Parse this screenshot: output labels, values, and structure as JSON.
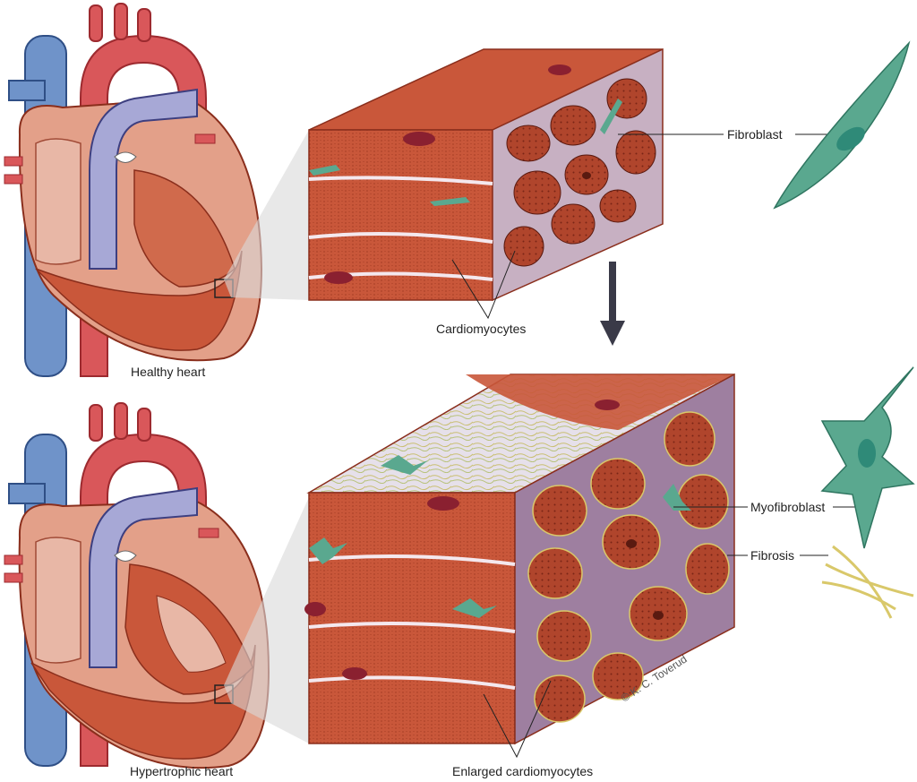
{
  "labels": {
    "healthy_heart": "Healthy heart",
    "hypertrophic_heart": "Hypertrophic heart",
    "cardiomyocytes": "Cardiomyocytes",
    "enlarged_cardiomyocytes": "Enlarged cardiomyocytes",
    "fibroblast": "Fibroblast",
    "myofibroblast": "Myofibroblast",
    "fibrosis": "Fibrosis",
    "credit": "© K. C. Toverud"
  },
  "colors": {
    "muscle": "#c9573a",
    "muscle_dark": "#8a2e1c",
    "muscle_side": "#b0452c",
    "vessel_blue": "#6f93c9",
    "vessel_red": "#d9575a",
    "heart_fill": "#e08a6e",
    "fibroblast": "#5aa88f",
    "fibrosis": "#d9c86a",
    "interstitium": "#c7b7cc",
    "arrow": "#3a3a48"
  },
  "icons": {
    "arrow": "down-arrow-icon"
  }
}
